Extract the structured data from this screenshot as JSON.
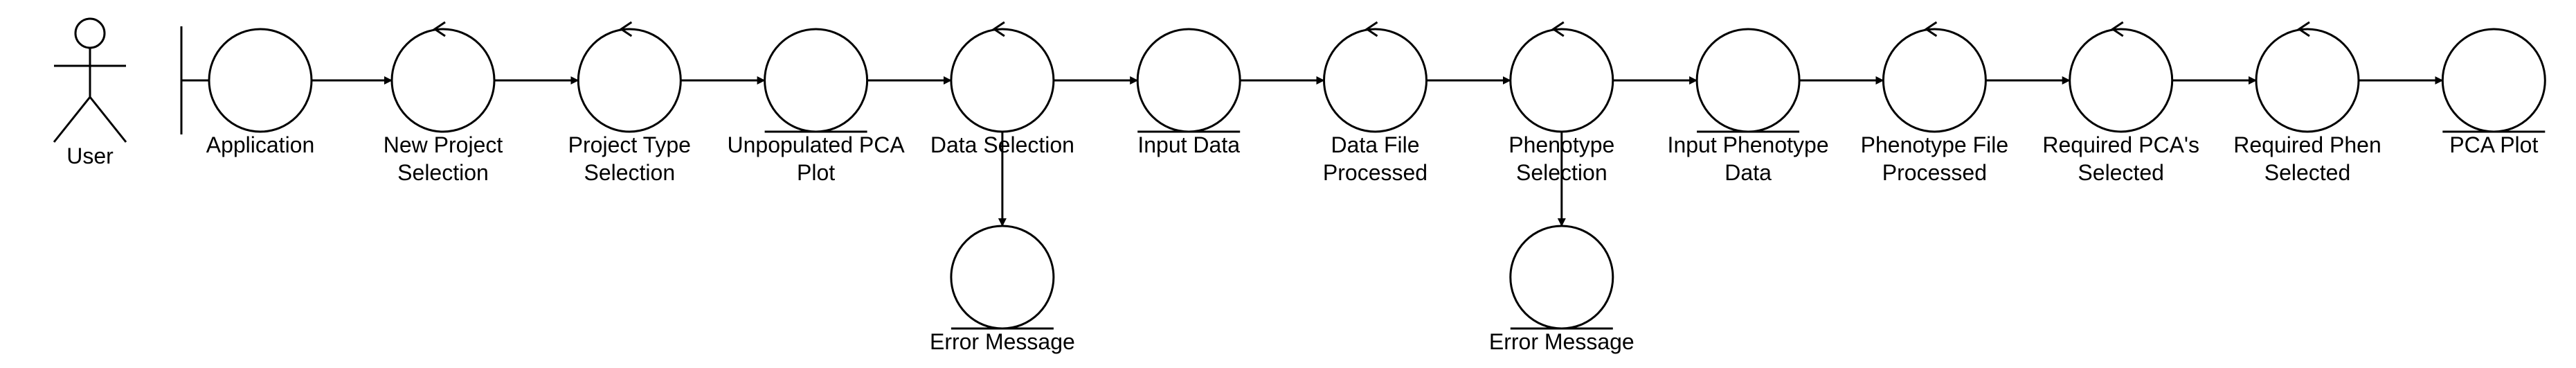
{
  "actor": {
    "label": "User",
    "icon": "stick-figure-icon"
  },
  "boundary": {
    "label": "Application",
    "icon": "boundary-icon"
  },
  "nodes": [
    {
      "id": "new-project-selection",
      "kind": "control",
      "label": [
        "New Project",
        "Selection"
      ]
    },
    {
      "id": "project-type-selection",
      "kind": "control",
      "label": [
        "Project Type",
        "Selection"
      ]
    },
    {
      "id": "unpopulated-pca-plot",
      "kind": "entity",
      "label": [
        "Unpopulated PCA",
        "Plot"
      ]
    },
    {
      "id": "data-selection",
      "kind": "control",
      "label": [
        "Data Selection"
      ]
    },
    {
      "id": "input-data",
      "kind": "entity",
      "label": [
        "Input Data"
      ]
    },
    {
      "id": "data-file-processed",
      "kind": "control",
      "label": [
        "Data File",
        "Processed"
      ]
    },
    {
      "id": "phenotype-selection",
      "kind": "control",
      "label": [
        "Phenotype",
        "Selection"
      ]
    },
    {
      "id": "input-phenotype-data",
      "kind": "entity",
      "label": [
        "Input Phenotype",
        "Data"
      ]
    },
    {
      "id": "phenotype-file-processed",
      "kind": "control",
      "label": [
        "Phenotype File",
        "Processed"
      ]
    },
    {
      "id": "required-pcas-selected",
      "kind": "control",
      "label": [
        "Required PCA's",
        "Selected"
      ]
    },
    {
      "id": "required-phen-selected",
      "kind": "control",
      "label": [
        "Required Phen",
        "Selected"
      ]
    },
    {
      "id": "pca-plot",
      "kind": "entity",
      "label": [
        "PCA Plot"
      ]
    }
  ],
  "error_nodes": [
    {
      "id": "error-message-data",
      "kind": "entity",
      "label": [
        "Error Message"
      ],
      "parent": "data-selection"
    },
    {
      "id": "error-message-phenotype",
      "kind": "entity",
      "label": [
        "Error Message"
      ],
      "parent": "phenotype-selection"
    }
  ],
  "flow": "application -> new-project-selection -> project-type-selection -> unpopulated-pca-plot -> data-selection -> input-data -> data-file-processed -> phenotype-selection -> input-phenotype-data -> phenotype-file-processed -> required-pcas-selected -> required-phen-selected -> pca-plot"
}
